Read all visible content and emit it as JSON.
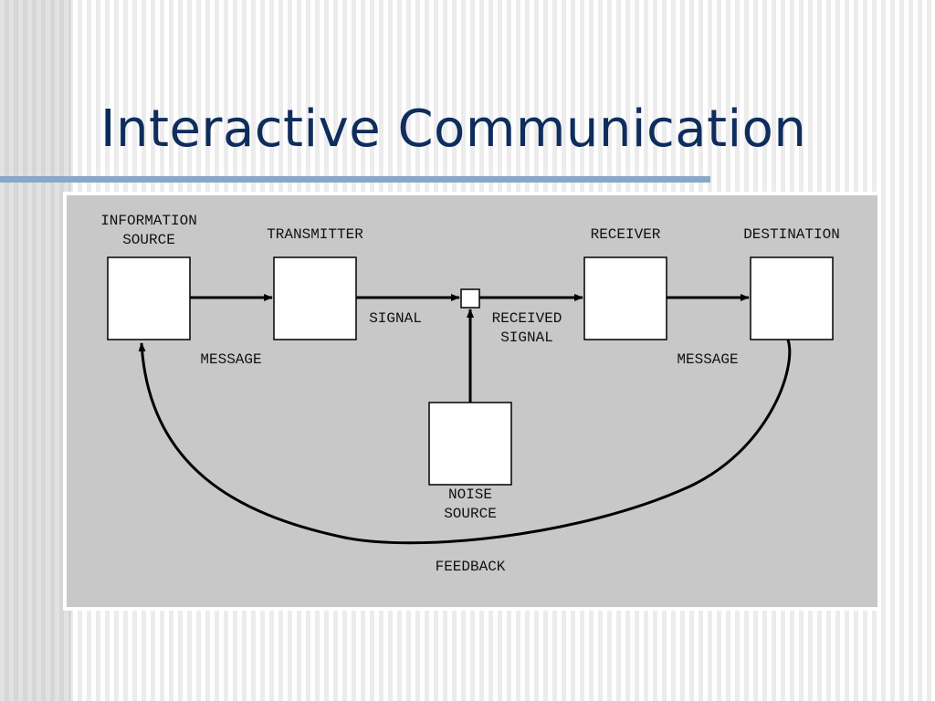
{
  "slide": {
    "title": "Interactive Communication"
  },
  "colors": {
    "title_text": "#0f2d5c",
    "title_rule": "#89a8c8",
    "diagram_background": "#c8c8c8",
    "box_fill": "#ffffff",
    "stroke": "#000000"
  },
  "diagram": {
    "nodes": {
      "information_source": {
        "line1": "INFORMATION",
        "line2": "SOURCE"
      },
      "transmitter": {
        "label": "TRANSMITTER"
      },
      "receiver": {
        "label": "RECEIVER"
      },
      "destination": {
        "label": "DESTINATION"
      },
      "noise_source": {
        "line1": "NOISE",
        "line2": "SOURCE"
      }
    },
    "edges": {
      "message_out": "MESSAGE",
      "signal": "SIGNAL",
      "received_signal": {
        "line1": "RECEIVED",
        "line2": "SIGNAL"
      },
      "message_in": "MESSAGE",
      "feedback": "FEEDBACK"
    }
  }
}
